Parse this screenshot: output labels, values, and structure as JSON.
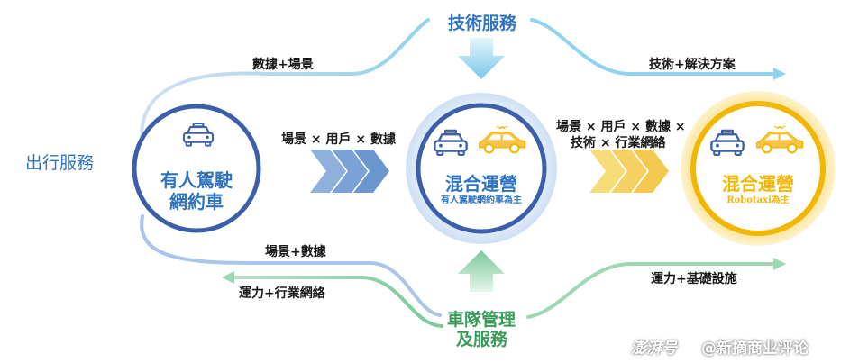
{
  "left": {
    "title": "出行服務"
  },
  "top": {
    "title": "技術服務"
  },
  "bottom": {
    "title_line1": "車隊管理",
    "title_line2": "及服務"
  },
  "nodes": {
    "left": {
      "line1": "有人駕駛",
      "line2": "網約車"
    },
    "center": {
      "title": "混合運營",
      "subtitle": "有人駕駛網約車為主"
    },
    "right": {
      "title": "混合運營",
      "subtitle": "Robotaxi為主"
    }
  },
  "labels": {
    "top_left": "數據+場景",
    "top_right": "技術+解決方案",
    "arrow1": "場景 × 用戶 × 數據",
    "arrow2_line1": "場景 × 用戶 × 數據 ×",
    "arrow2_line2": "技術 × 行業網絡",
    "bottom_left_upper": "場景+數據",
    "bottom_left_lower": "運力+行業網絡",
    "bottom_right": "運力+基礎設施"
  },
  "watermark": {
    "brand": "澎湃号",
    "account": "@新摘商业评论"
  },
  "colors": {
    "blue": "#2f74c0",
    "dark_blue": "#3b5fa8",
    "light_blue": "#a9c5e8",
    "cyan": "#8fd3ee",
    "green": "#9ed7b5",
    "gold": "#f2b705",
    "gold_light": "#f7dc7a"
  }
}
